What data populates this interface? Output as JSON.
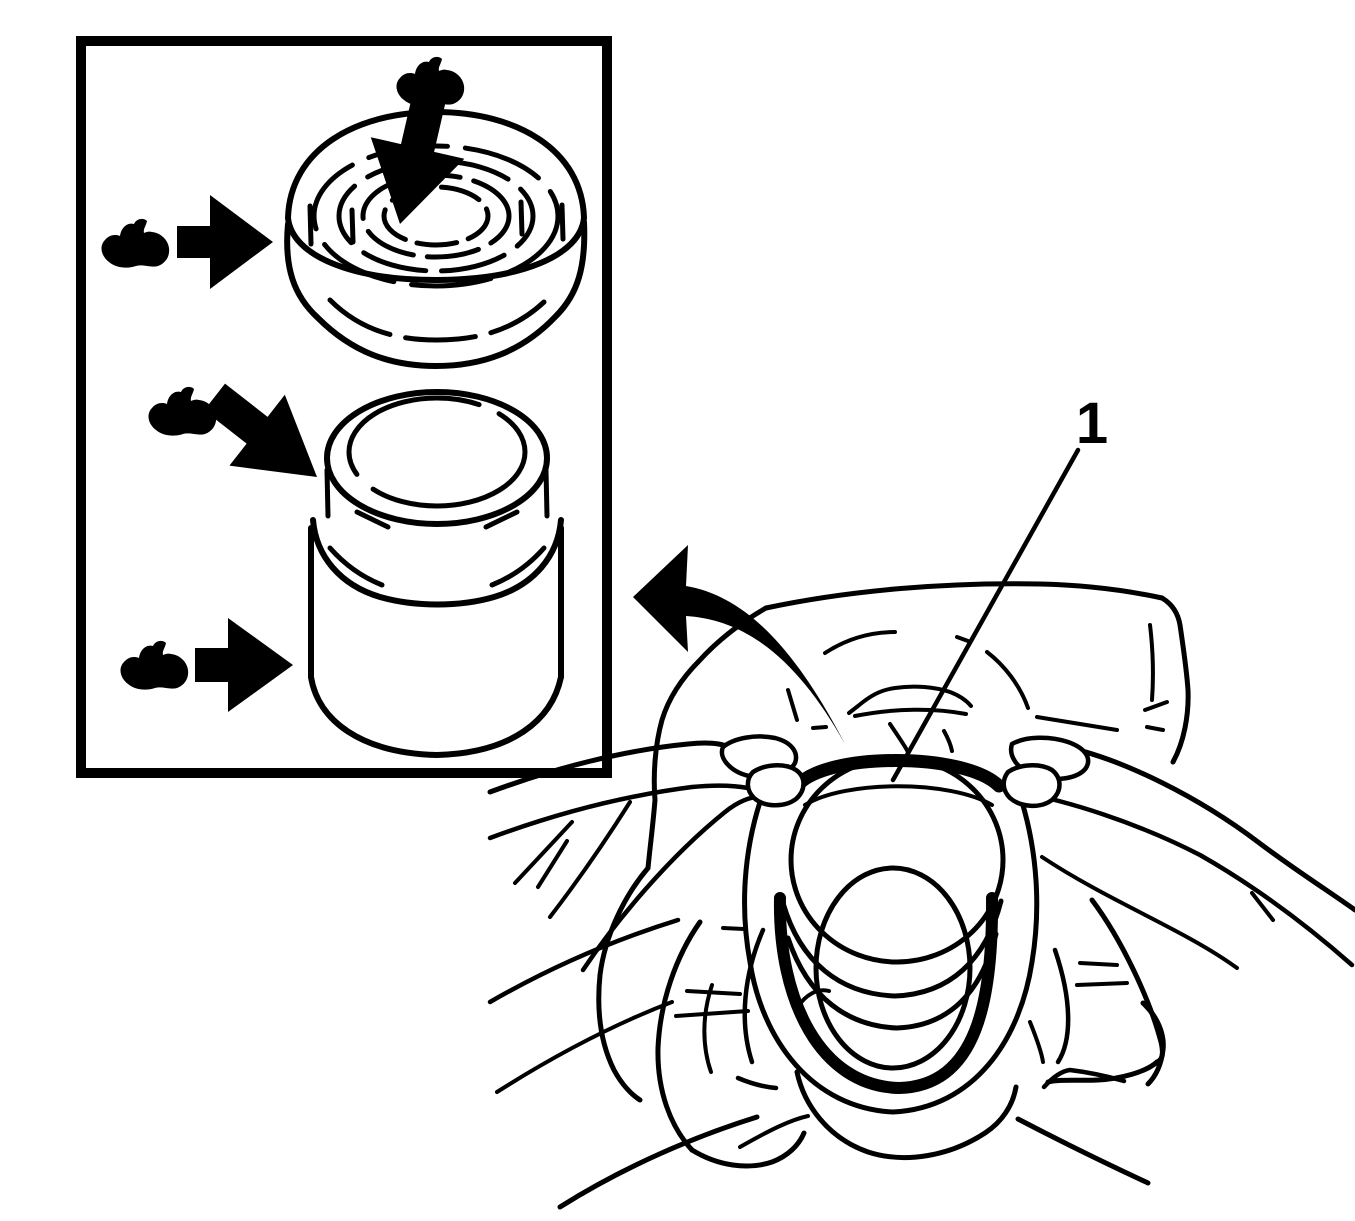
{
  "figure": {
    "description": "Black and white service-manual line illustration: installing a dust boot onto a brake caliper piston",
    "background_color": "#ffffff",
    "line_color": "#000000"
  },
  "callouts": [
    {
      "id": "1",
      "label": "1",
      "target": "dust-boot"
    }
  ],
  "inset": {
    "role": "lubrication detail inset",
    "parts": [
      "dust-boot-seal-ring",
      "caliper-piston"
    ],
    "grease_marks": [
      {
        "icon": "grease-dab-icon",
        "arrow_icon": "apply-arrow-icon",
        "direction": "down-into-boot-center"
      },
      {
        "icon": "grease-dab-icon",
        "arrow_icon": "apply-arrow-icon",
        "direction": "right-at-boot-side"
      },
      {
        "icon": "grease-dab-icon",
        "arrow_icon": "apply-arrow-icon",
        "direction": "down-right-at-piston-groove"
      },
      {
        "icon": "grease-dab-icon",
        "arrow_icon": "apply-arrow-icon",
        "direction": "right-at-piston-wall"
      }
    ]
  },
  "main": {
    "elements": [
      "caliper-body",
      "left-hand",
      "right-hand",
      "dust-boot",
      "piston",
      "piston-bore"
    ],
    "icons": [
      {
        "icon": "curved-return-arrow-icon",
        "direction": "up-left-toward-inset"
      }
    ]
  }
}
